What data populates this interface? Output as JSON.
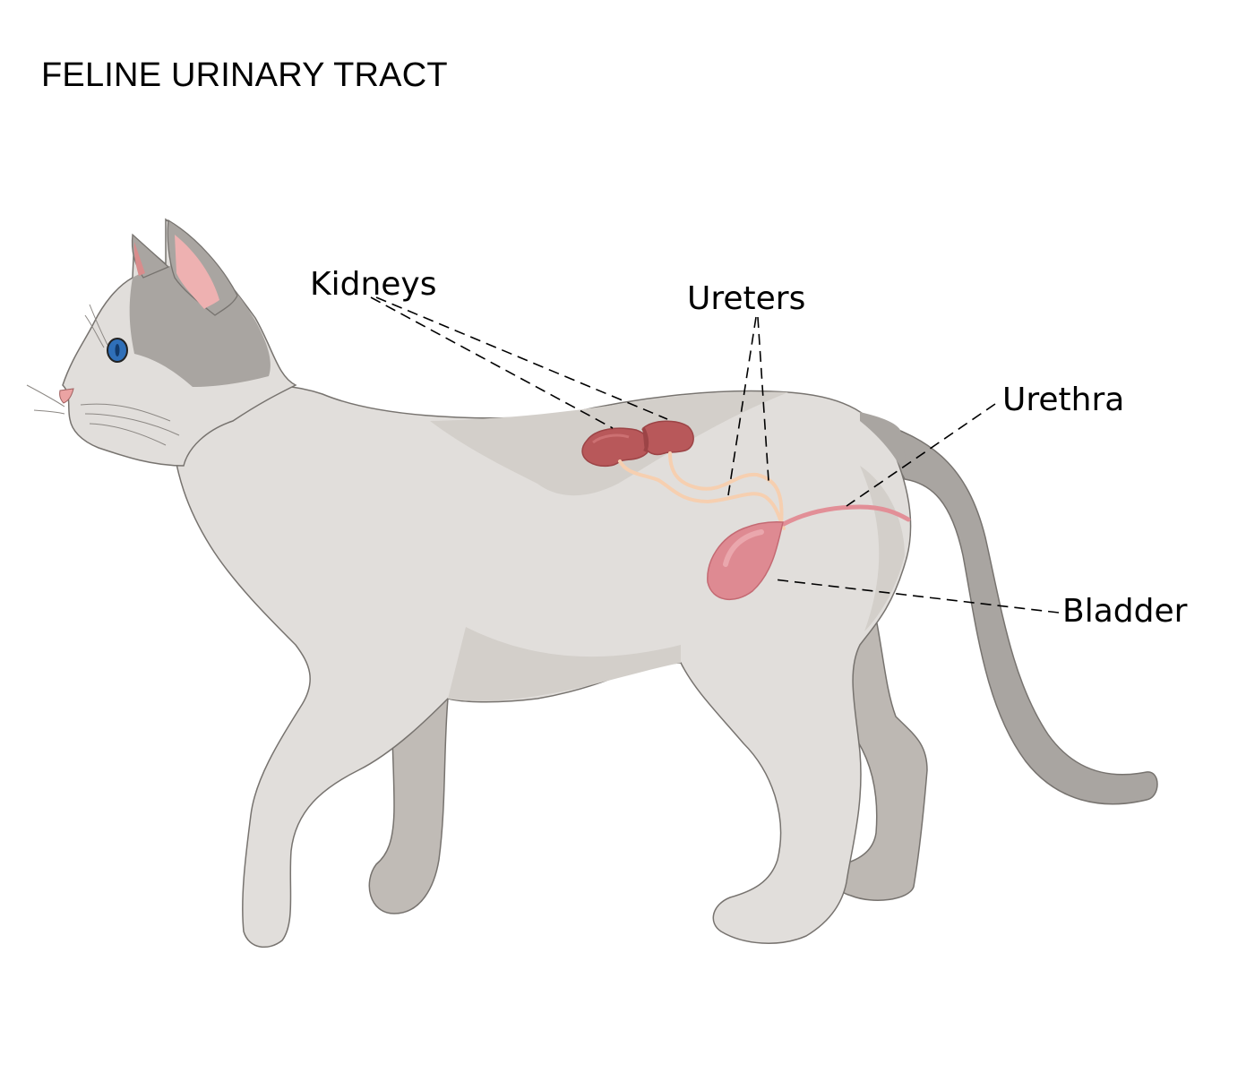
{
  "diagram": {
    "title": "FELINE URINARY TRACT",
    "subject": "cat-side-profile",
    "labels": [
      {
        "id": "kidneys",
        "text": "Kidneys"
      },
      {
        "id": "ureters",
        "text": "Ureters"
      },
      {
        "id": "urethra",
        "text": "Urethra"
      },
      {
        "id": "bladder",
        "text": "Bladder"
      }
    ],
    "colors": {
      "body_light": "#e1dedb",
      "body_shade": "#d3cfca",
      "gray_fur": "#a9a5a1",
      "gray_fur_dark": "#9a9692",
      "outline": "#77736f",
      "kidney": "#b8585a",
      "kidney_dark": "#9c4446",
      "ureter": "#f6cfb0",
      "bladder": "#de8a92",
      "urethra": "#e28f97",
      "ear_inner": "#eeb1b1",
      "eye": "#2f6fb8",
      "nose": "#eba3a3",
      "leader_line": "#000000"
    }
  }
}
